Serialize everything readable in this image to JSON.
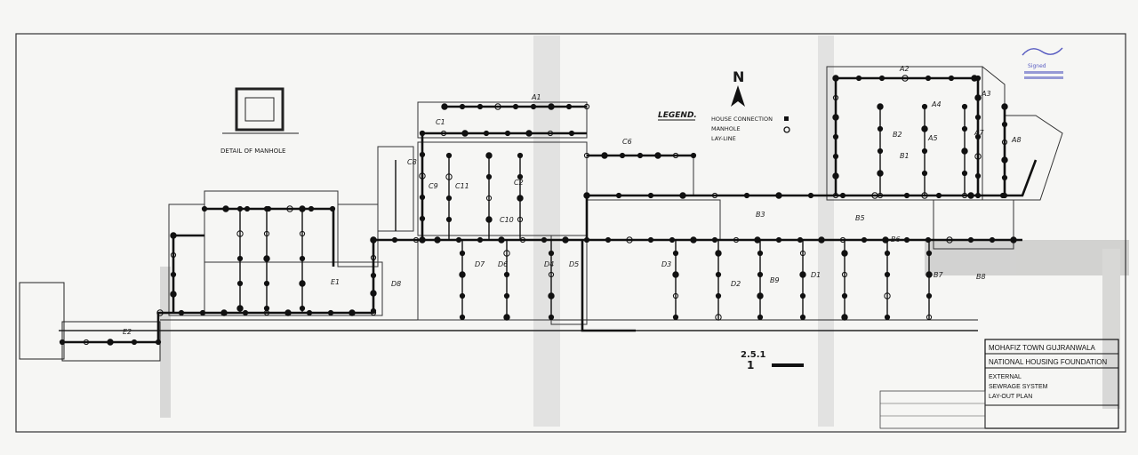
{
  "north_arrow": {
    "letter": "N"
  },
  "legend": {
    "title": "LEGEND.",
    "items": [
      {
        "label": "HOUSE CONNECTION",
        "symbol": "dot"
      },
      {
        "label": "MANHOLE",
        "symbol": "ring"
      },
      {
        "label": "LAY-LINE",
        "symbol": "line"
      }
    ]
  },
  "detail": {
    "caption": "DETAIL OF MANHOLE"
  },
  "scale": {
    "label": "2.5.1",
    "mark": "1"
  },
  "stamp": {
    "text": "Signed"
  },
  "title_block": {
    "project": "MOHAFIZ TOWN GUJRANWALA",
    "owner": "NATIONAL HOUSING FOUNDATION",
    "drawing_line1": "EXTERNAL",
    "drawing_line2": "SEWRAGE SYSTEM",
    "drawing_line3": "LAY-OUT PLAN"
  },
  "labels": {
    "blocks": [
      "C6",
      "C8",
      "C9",
      "C11",
      "C10",
      "C2",
      "C1",
      "A1",
      "A2",
      "A3",
      "A4",
      "A5",
      "A7",
      "A8",
      "B1",
      "B2",
      "B3",
      "B5",
      "B6",
      "B7",
      "B8",
      "B9",
      "D1",
      "D2",
      "D3",
      "D4",
      "D5",
      "D6",
      "D7",
      "D8",
      "E1",
      "E2"
    ]
  },
  "colors": {
    "ink": "#1a1a1a",
    "paper": "#f6f6f4",
    "stamp": "#3b3fb8"
  }
}
